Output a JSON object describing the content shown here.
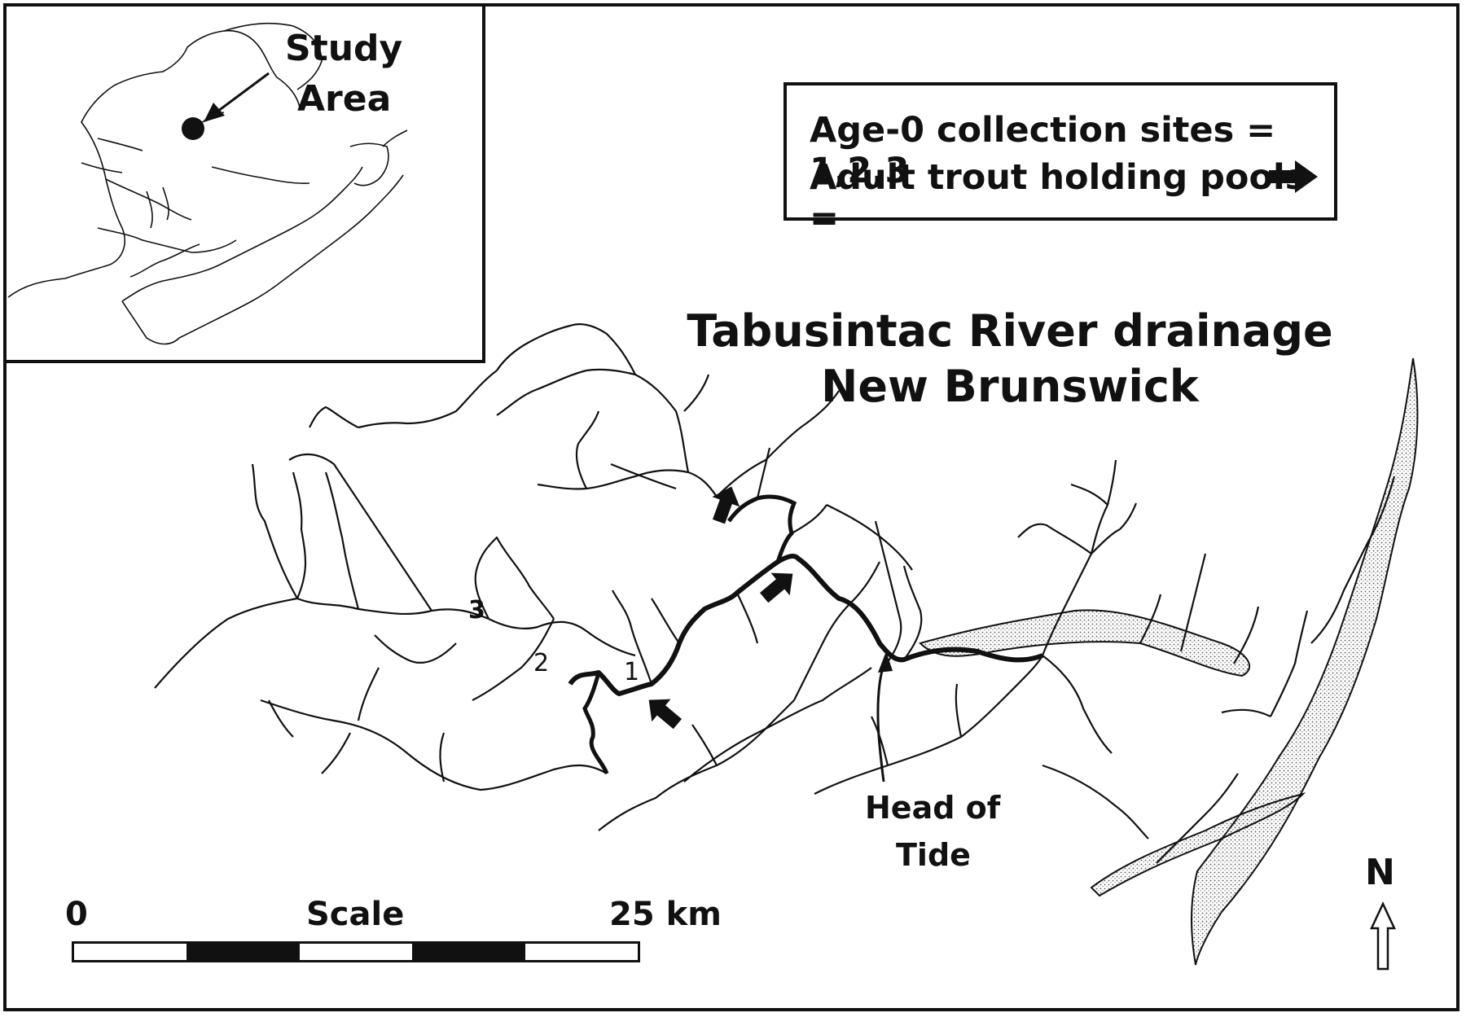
{
  "title": {
    "line1": "Tabusintac River drainage",
    "line2": "New Brunswick"
  },
  "legend": {
    "row1": "Age-0 collection sites = 1,2,3",
    "row2": "Adult trout holding pools =",
    "arrow_icon": "right-arrow-icon"
  },
  "inset": {
    "label_line1": "Study",
    "label_line2": "Area",
    "marker_icon": "study-area-dot-icon"
  },
  "sites": {
    "site1": "1",
    "site2": "2",
    "site3": "3"
  },
  "head_of_tide": {
    "line1": "Head of",
    "line2": "Tide"
  },
  "scale": {
    "start": "0",
    "label": "Scale",
    "end": "25 km",
    "segments": [
      "white",
      "black",
      "white",
      "black",
      "white"
    ]
  },
  "north": {
    "label": "N",
    "icon": "north-arrow-icon"
  },
  "colors": {
    "ink": "#111111",
    "coast_stipple": "#888888",
    "paper": "#ffffff"
  }
}
